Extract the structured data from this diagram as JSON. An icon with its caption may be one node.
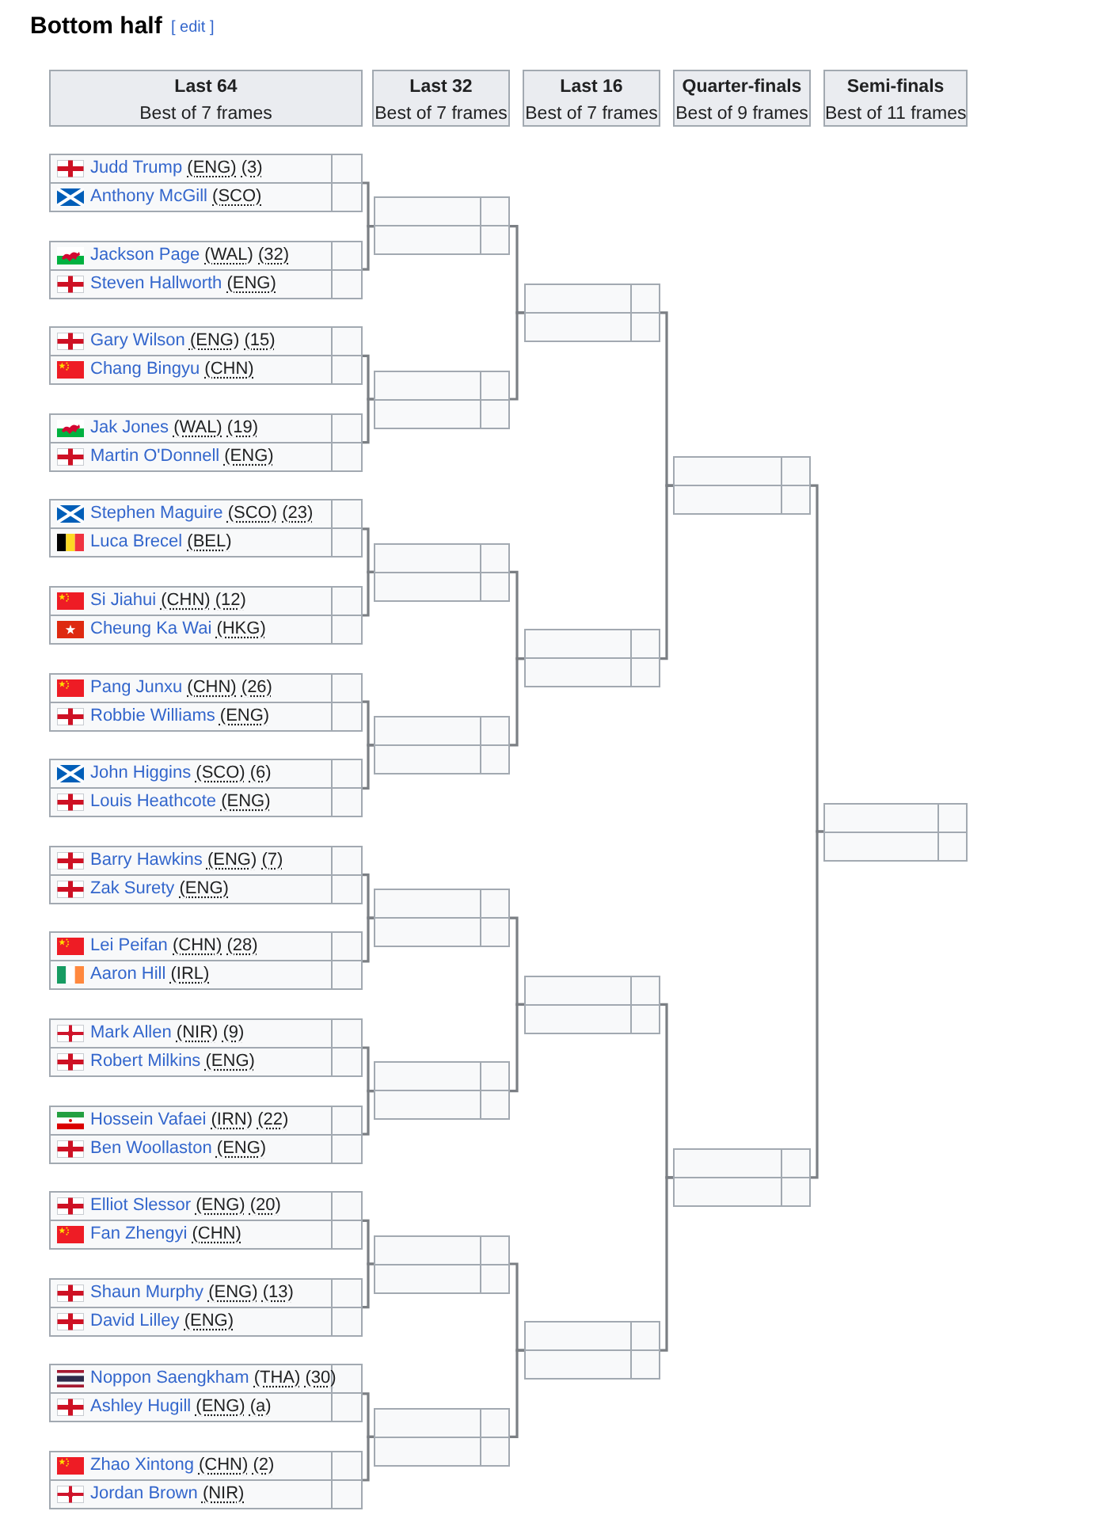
{
  "diagram": {
    "title": "Bottom half",
    "nodes": [
      {
        "text": [
          "Last 64",
          "Best of 7 frames"
        ]
      },
      {
        "text": [
          "Last 32",
          "Best of 7 frames"
        ]
      },
      {
        "text": [
          "Last 16",
          "Best of 7 frames"
        ]
      },
      {
        "text": [
          "Quarter-finals",
          "Best of 9 frames"
        ]
      },
      {
        "text": [
          "Semi-finals",
          "Best of 11 frames"
        ]
      },
      {
        "text": [
          "Judd Trump (ENG) (3)",
          "Anthony McGill (SCO)"
        ]
      },
      {
        "text": [
          "Jackson Page (WAL) (32)",
          "Steven Hallworth (ENG)"
        ]
      },
      {
        "text": [
          "Gary Wilson (ENG) (15)",
          "Chang Bingyu (CHN)"
        ]
      },
      {
        "text": [
          "Jak Jones (WAL) (19)",
          "Martin O'Donnell (ENG)"
        ]
      },
      {
        "text": [
          "Stephen Maguire (SCO) (23)",
          "Luca Brecel (BEL)"
        ]
      },
      {
        "text": [
          "Si Jiahui (CHN) (12)",
          "Cheung Ka Wai (HKG)"
        ]
      },
      {
        "text": [
          "Pang Junxu (CHN) (26)",
          "Robbie Williams (ENG)"
        ]
      },
      {
        "text": [
          "John Higgins (SCO) (6)",
          "Louis Heathcote (ENG)"
        ]
      },
      {
        "text": [
          "Barry Hawkins (ENG) (7)",
          "Zak Surety (ENG)"
        ]
      },
      {
        "text": [
          "Lei Peifan (CHN) (28)",
          "Aaron Hill (IRL)"
        ]
      },
      {
        "text": [
          "Mark Allen (NIR) (9)",
          "Robert Milkins (ENG)"
        ]
      },
      {
        "text": [
          "Hossein Vafaei (IRN) (22)",
          "Ben Woollaston (ENG)"
        ]
      },
      {
        "text": [
          "Elliot Slessor (ENG) (20)",
          "Fan Zhengyi (CHN)"
        ]
      },
      {
        "text": [
          "Shaun Murphy (ENG) (13)",
          "David Lilley (ENG)"
        ]
      },
      {
        "text": [
          "Noppon Saengkham (THA) (30)",
          "Ashley Hugill (ENG) (a)"
        ]
      },
      {
        "text": [
          "Zhao Xintong (CHN) (2)",
          "Jordan Brown (NIR)"
        ]
      },
      {
        "text": [],
        "shape": "box"
      },
      {
        "text": [],
        "shape": "box"
      },
      {
        "text": [],
        "shape": "box"
      },
      {
        "text": [],
        "shape": "box"
      },
      {
        "text": [],
        "shape": "box"
      },
      {
        "text": [],
        "shape": "box"
      },
      {
        "text": [],
        "shape": "box"
      },
      {
        "text": [],
        "shape": "box"
      },
      {
        "text": [],
        "shape": "box"
      },
      {
        "text": [],
        "shape": "box"
      },
      {
        "text": [],
        "shape": "box"
      },
      {
        "text": [],
        "shape": "box"
      },
      {
        "text": [],
        "shape": "box"
      },
      {
        "text": [],
        "shape": "box"
      },
      {
        "text": [],
        "shape": "box"
      }
    ],
    "edges": [
      {
        "from": 5,
        "to": 21,
        "arrow": "none"
      },
      {
        "from": 6,
        "to": 21,
        "arrow": "none"
      },
      {
        "from": 7,
        "to": 22,
        "arrow": "none"
      },
      {
        "from": 8,
        "to": 22,
        "arrow": "none"
      },
      {
        "from": 9,
        "to": 23,
        "arrow": "none"
      },
      {
        "from": 10,
        "to": 23,
        "arrow": "none"
      },
      {
        "from": 11,
        "to": 24,
        "arrow": "none"
      },
      {
        "from": 12,
        "to": 24,
        "arrow": "none"
      },
      {
        "from": 13,
        "to": 25,
        "arrow": "none"
      },
      {
        "from": 14,
        "to": 25,
        "arrow": "none"
      },
      {
        "from": 15,
        "to": 26,
        "arrow": "none"
      },
      {
        "from": 16,
        "to": 26,
        "arrow": "none"
      },
      {
        "from": 17,
        "to": 27,
        "arrow": "none"
      },
      {
        "from": 18,
        "to": 27,
        "arrow": "none"
      },
      {
        "from": 19,
        "to": 28,
        "arrow": "none"
      },
      {
        "from": 20,
        "to": 28,
        "arrow": "none"
      },
      {
        "from": 21,
        "to": 29,
        "arrow": "none"
      },
      {
        "from": 22,
        "to": 29,
        "arrow": "none"
      },
      {
        "from": 23,
        "to": 30,
        "arrow": "none"
      },
      {
        "from": 24,
        "to": 30,
        "arrow": "none"
      },
      {
        "from": 25,
        "to": 31,
        "arrow": "none"
      },
      {
        "from": 26,
        "to": 31,
        "arrow": "none"
      },
      {
        "from": 27,
        "to": 32,
        "arrow": "none"
      },
      {
        "from": 28,
        "to": 32,
        "arrow": "none"
      },
      {
        "from": 29,
        "to": 33,
        "arrow": "none"
      },
      {
        "from": 30,
        "to": 33,
        "arrow": "none"
      },
      {
        "from": 31,
        "to": 34,
        "arrow": "none"
      },
      {
        "from": 32,
        "to": 34,
        "arrow": "none"
      },
      {
        "from": 33,
        "to": 35,
        "arrow": "none"
      },
      {
        "from": 34,
        "to": 35,
        "arrow": "none"
      }
    ],
    "labels": [
      "[ edit ]"
    ]
  }
}
